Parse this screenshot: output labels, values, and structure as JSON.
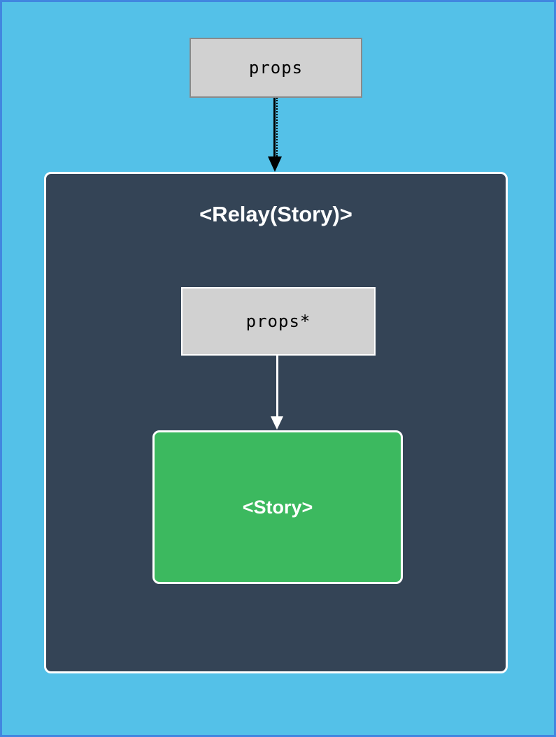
{
  "diagram": {
    "outer_props": {
      "label": "props"
    },
    "relay_container": {
      "title": "<Relay(Story)>",
      "inner_props": {
        "label": "props*"
      },
      "story": {
        "label": "<Story>"
      }
    },
    "colors": {
      "page_background": "#54c1e8",
      "page_border": "#4186e0",
      "container_fill": "#344456",
      "container_border": "#ffffff",
      "props_fill": "#d1d1d1",
      "props_border": "#8a8a8a",
      "props_inner_border": "#ffffff",
      "story_fill": "#3cb95f",
      "arrow_black": "#000000",
      "arrow_white": "#ffffff",
      "title_text": "#ffffff",
      "props_text": "#000000"
    }
  }
}
